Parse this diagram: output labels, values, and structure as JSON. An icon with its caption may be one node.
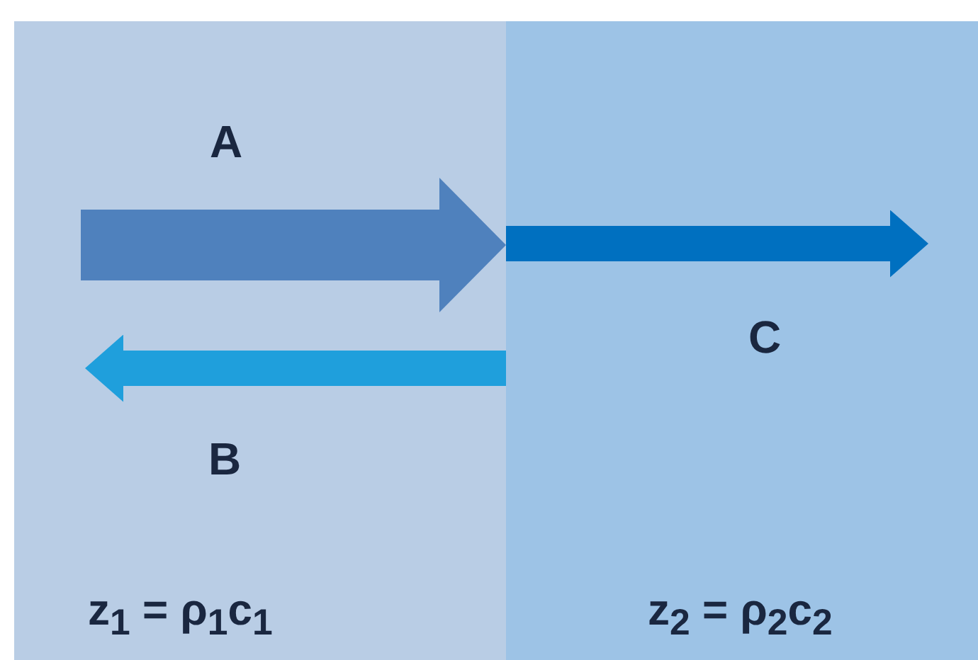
{
  "diagram": {
    "nodes": [
      {
        "text": [
          "z$_{1}$ = ρ$_{1}$c$_{1}$"
        ]
      },
      {
        "text": [
          "z$_{2}$ = ρ$_{2}$c$_{2}$"
        ]
      }
    ],
    "edges": [
      {
        "from": 0,
        "to": 1,
        "arrow": "to",
        "label": "A",
        "style": "thick",
        "color": "#4f81bd"
      },
      {
        "from": 1,
        "to": 0,
        "arrow": "to",
        "label": "B",
        "color": "#1f9fdc"
      },
      {
        "from": 0,
        "to": 1,
        "arrow": "to",
        "label": "C",
        "color": "#0070c0"
      }
    ]
  }
}
